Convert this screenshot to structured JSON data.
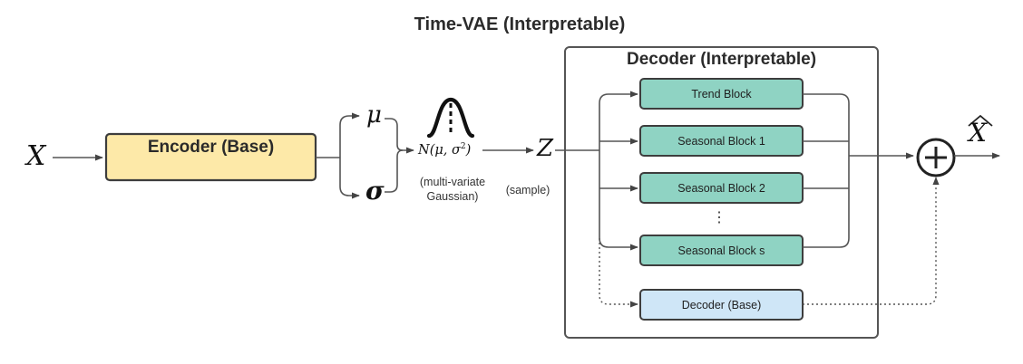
{
  "title": "Time-VAE (Interpretable)",
  "input_label": "X",
  "encoder": {
    "label": "Encoder (Base)",
    "fill": "#fde9a8"
  },
  "mu_label": "μ",
  "sigma_label": "σ",
  "distribution": {
    "label_prefix": "N(μ, σ",
    "label_superscript": "2",
    "label_suffix": ")",
    "note_line1": "(multi-variate",
    "note_line2": "Gaussian)"
  },
  "sample": {
    "note": "(sample)",
    "latent_label": "Z"
  },
  "decoder": {
    "title": "Decoder (Interpretable)",
    "blocks": [
      {
        "label": "Trend Block"
      },
      {
        "label": "Seasonal Block 1"
      },
      {
        "label": "Seasonal Block 2"
      },
      {
        "label": "Seasonal Block s"
      }
    ],
    "ellipsis": "⋮",
    "base_block": {
      "label": "Decoder (Base)",
      "fill": "#cfe6f7"
    },
    "block_fill": "#8fd3c3"
  },
  "sum_icon": "plus-circle-icon",
  "output_label": "X",
  "output_hat": "hat-accent"
}
